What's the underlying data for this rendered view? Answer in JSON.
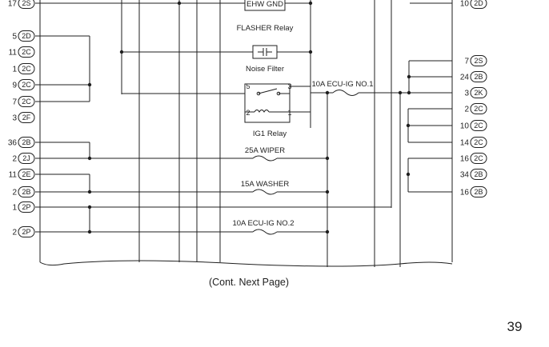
{
  "components": {
    "flasher_pins": "EHW GND",
    "flasher_relay": "FLASHER Relay",
    "noise_filter": "Noise Filter",
    "ig1_relay": "IG1 Relay",
    "ig1_pins": {
      "p5": "5",
      "p3": "3",
      "p2": "2",
      "p1": "1"
    },
    "fuse_ecu_ig1": "10A ECU-IG NO.1",
    "fuse_wiper": "25A WIPER",
    "fuse_washer": "15A WASHER",
    "fuse_ecu_ig2": "10A ECU-IG NO.2"
  },
  "left_pins": [
    {
      "pin": "17",
      "connector": "2S"
    },
    {
      "pin": "5",
      "connector": "2D"
    },
    {
      "pin": "11",
      "connector": "2C"
    },
    {
      "pin": "1",
      "connector": "2C"
    },
    {
      "pin": "9",
      "connector": "2C"
    },
    {
      "pin": "7",
      "connector": "2C"
    },
    {
      "pin": "3",
      "connector": "2F"
    },
    {
      "pin": "36",
      "connector": "2B"
    },
    {
      "pin": "2",
      "connector": "2J"
    },
    {
      "pin": "11",
      "connector": "2E"
    },
    {
      "pin": "2",
      "connector": "2B"
    },
    {
      "pin": "1",
      "connector": "2P"
    },
    {
      "pin": "2",
      "connector": "2P"
    }
  ],
  "right_pins": [
    {
      "pin": "10",
      "connector": "2D"
    },
    {
      "pin": "7",
      "connector": "2S"
    },
    {
      "pin": "24",
      "connector": "2B"
    },
    {
      "pin": "3",
      "connector": "2K"
    },
    {
      "pin": "2",
      "connector": "2C"
    },
    {
      "pin": "10",
      "connector": "2C"
    },
    {
      "pin": "14",
      "connector": "2C"
    },
    {
      "pin": "16",
      "connector": "2C"
    },
    {
      "pin": "34",
      "connector": "2B"
    },
    {
      "pin": "16",
      "connector": "2B"
    }
  ],
  "footer": {
    "continued": "(Cont. Next Page)",
    "page_number": "39"
  }
}
